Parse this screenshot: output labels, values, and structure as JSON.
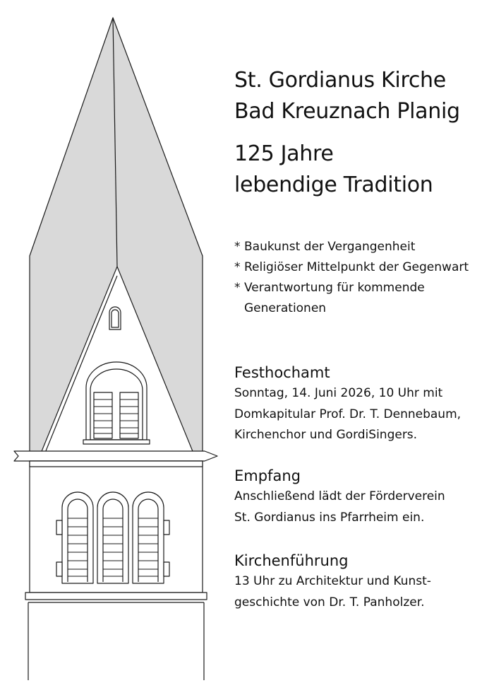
{
  "title": {
    "line1": "St. Gordianus Kirche",
    "line2": "Bad Kreuznach Planig"
  },
  "subtitle": {
    "line1": "125 Jahre",
    "line2": "lebendige Tradition"
  },
  "bullets": {
    "marker": "*",
    "item1": "Baukunst der Vergangenheit",
    "item2": "Religiöser Mittelpunkt der Gegenwart",
    "item3_line1": "Verantwortung für kommende",
    "item3_line2": "Generationen"
  },
  "sections": {
    "festhochamt": {
      "heading": "Festhochamt",
      "line1": "Sonntag, 14. Juni 2026, 10 Uhr mit",
      "line2": "Domkapitular Prof. Dr. T. Dennebaum,",
      "line3": "Kirchenchor und GordiSingers."
    },
    "empfang": {
      "heading": "Empfang",
      "line1": "Anschließend lädt der Förderverein",
      "line2": "St. Gordianus ins Pfarrheim ein."
    },
    "fuehrung": {
      "heading": "Kirchenführung",
      "line1": "13 Uhr zu Architektur und Kunst-",
      "line2": "geschichte von Dr. T. Panholzer."
    }
  },
  "colors": {
    "roof_fill": "#d9d9d9",
    "line": "#1a1a1a",
    "background": "#ffffff"
  },
  "illustration": {
    "name": "church-tower-drawing"
  }
}
